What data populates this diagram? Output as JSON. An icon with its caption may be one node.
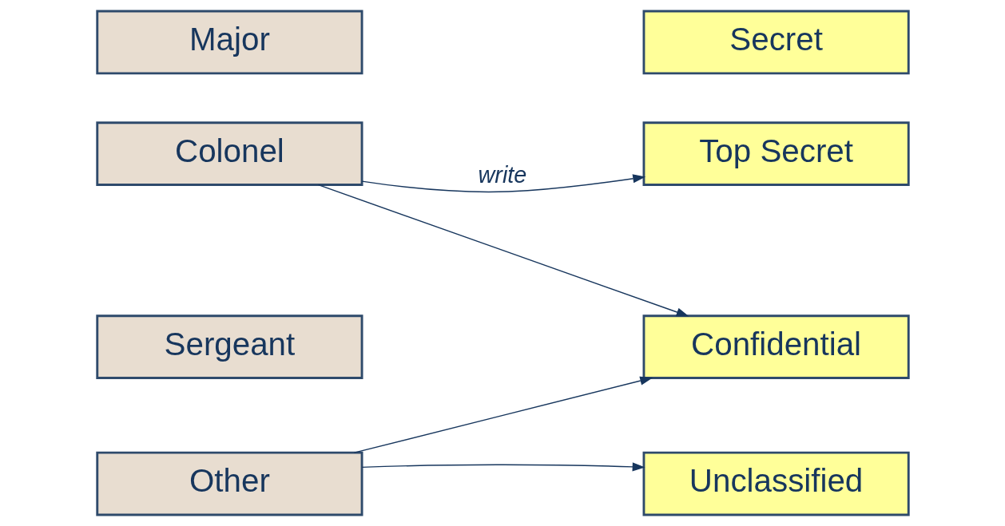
{
  "diagram": {
    "nodes": [
      {
        "text": [
          "Colonel"
        ]
      },
      {
        "text": [
          "Major"
        ]
      },
      {
        "text": [
          "Sergeant"
        ]
      },
      {
        "text": [
          "Other"
        ]
      },
      {
        "text": [
          "Top Secret"
        ]
      },
      {
        "text": [
          "Secret"
        ]
      },
      {
        "text": [
          "Confidential"
        ]
      },
      {
        "text": [
          "Unclassified"
        ]
      }
    ],
    "edges": [
      {
        "from": 0,
        "to": 4,
        "arrow": "to",
        "label": "write"
      },
      {
        "from": 0,
        "to": 6,
        "arrow": "to"
      },
      {
        "from": 3,
        "to": 6,
        "arrow": "to"
      },
      {
        "from": 3,
        "to": 7,
        "arrow": "to"
      }
    ]
  }
}
